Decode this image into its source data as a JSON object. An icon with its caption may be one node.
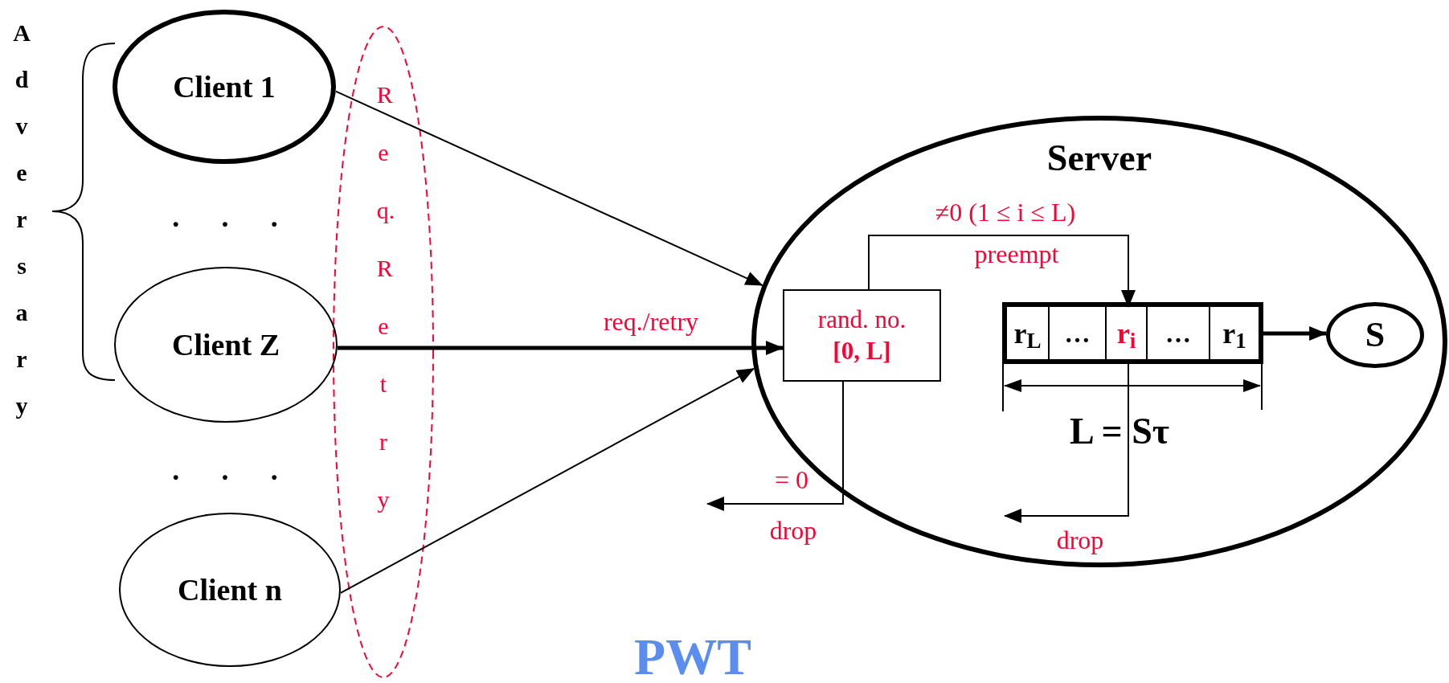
{
  "diagram": {
    "caption": "PWT",
    "nodes": [
      {
        "text": [
          "Client 1"
        ]
      },
      {
        "text": [
          "Client Z"
        ]
      },
      {
        "text": [
          "Client n"
        ]
      },
      {
        "text": [
          "Server"
        ]
      },
      {
        "text": [
          "rand. no.",
          "[0, L]"
        ],
        "in": 3
      },
      {
        "text": [],
        "shape": "box",
        "in": 3
      },
      {
        "text": [
          "r$_{L}$"
        ],
        "in": 5
      },
      {
        "text": [
          "…"
        ],
        "in": 5
      },
      {
        "text": [
          "r$_{i}$"
        ],
        "in": 5
      },
      {
        "text": [
          "…"
        ],
        "in": 5
      },
      {
        "text": [
          "r$_{1}$"
        ],
        "in": 5
      },
      {
        "text": [
          "S"
        ],
        "in": 3
      }
    ],
    "edges": [
      {
        "from": 0,
        "to": 3,
        "arrow": "to"
      },
      {
        "from": 1,
        "to": 4,
        "arrow": "to",
        "label": "req./retry",
        "style": "thick"
      },
      {
        "from": 2,
        "to": 3,
        "arrow": "to"
      },
      {
        "from": 4,
        "to": 8,
        "arrow": "to",
        "label": "≠0 (1 ≤ i ≤ L)"
      },
      {
        "from": 4,
        "to": null,
        "arrow": "to",
        "label": "= 0"
      },
      {
        "from": 8,
        "to": null,
        "arrow": "to"
      },
      {
        "from": 5,
        "to": 11,
        "arrow": "to",
        "style": "thick"
      }
    ],
    "labels": [
      "Adversary",
      "Req. Retry",
      ". . .",
      ". . .",
      "preempt",
      "L = Sτ",
      "drop",
      "drop"
    ]
  }
}
